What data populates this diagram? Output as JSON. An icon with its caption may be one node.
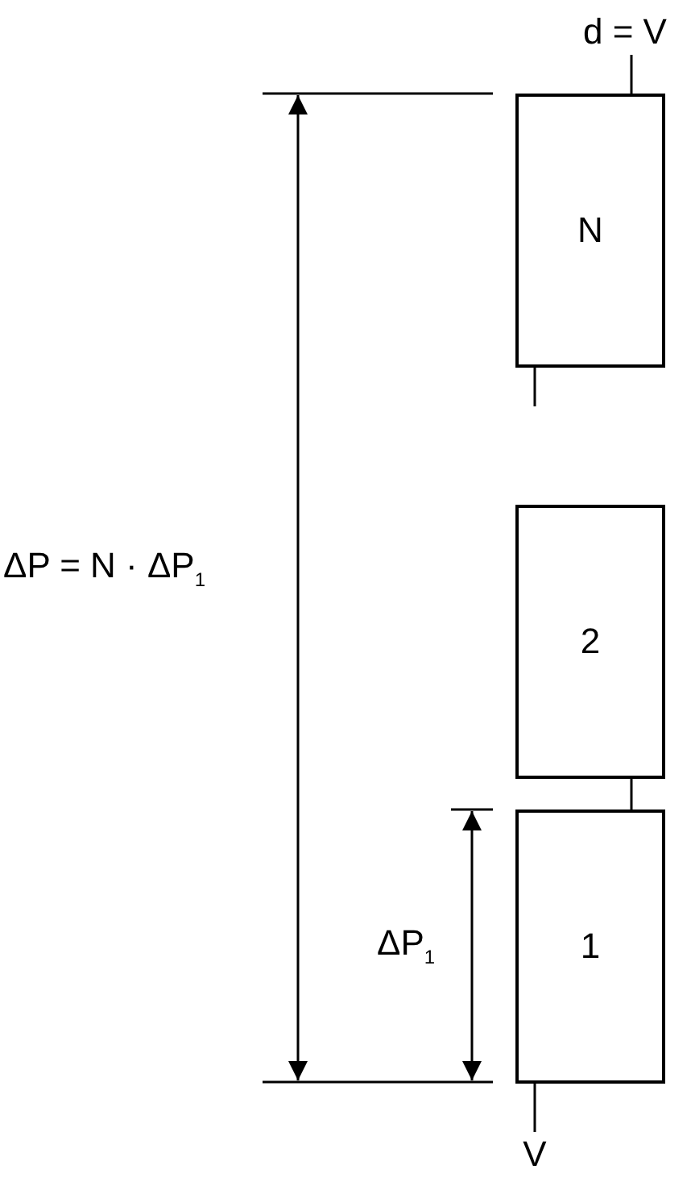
{
  "diagram": {
    "nodes": [
      {
        "text": [
          "d = V"
        ]
      },
      {
        "text": [
          "N"
        ]
      },
      {
        "text": [
          "2"
        ]
      },
      {
        "text": [
          "1"
        ]
      },
      {
        "text": [
          "V"
        ]
      }
    ],
    "edges": [
      {
        "from": 4,
        "to": 3,
        "arrow": "none"
      },
      {
        "from": 3,
        "to": 2,
        "arrow": "none"
      },
      {
        "from": 1,
        "to": null,
        "arrow": "none"
      },
      {
        "from": 1,
        "to": 0,
        "arrow": "none"
      }
    ],
    "labels": [
      "ΔP = N · ΔP$_{1}$",
      "ΔP$_{1}$"
    ]
  }
}
